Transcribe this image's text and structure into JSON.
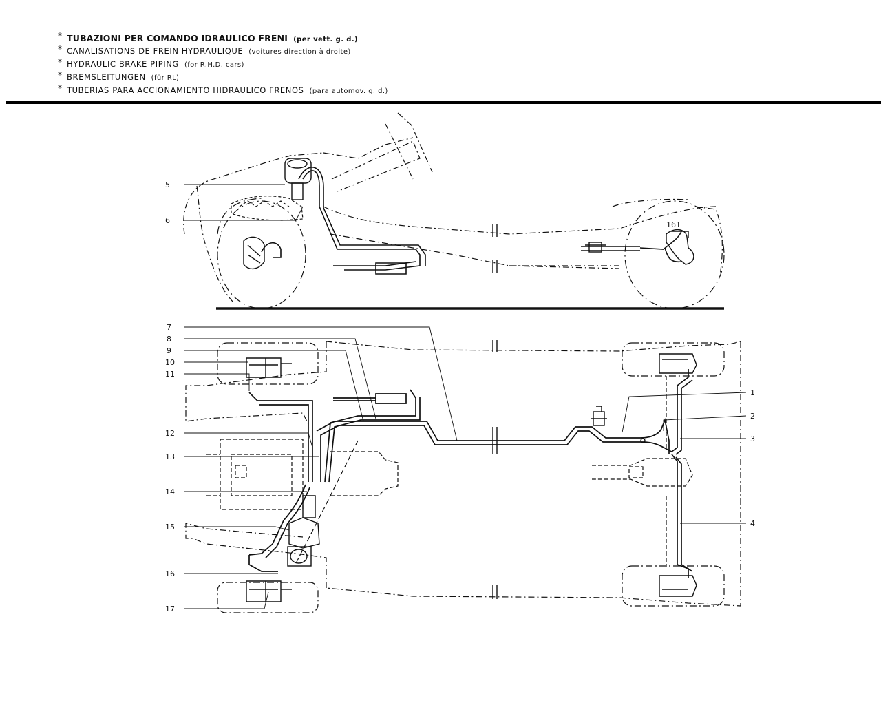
{
  "header": {
    "lines": [
      {
        "bullet": "*",
        "text": "TUBAZIONI PER COMANDO IDRAULICO FRENI",
        "paren": "(per vett. g. d.)"
      },
      {
        "bullet": "*",
        "text": "CANALISATIONS DE FREIN  HYDRAULIQUE",
        "paren": "(voitures direction à droite)"
      },
      {
        "bullet": "*",
        "text": "HYDRAULIC BRAKE PIPING",
        "paren": "(for R.H.D. cars)"
      },
      {
        "bullet": "*",
        "text": "BREMSLEITUNGEN",
        "paren": "(für RL)"
      },
      {
        "bullet": "*",
        "text": "TUBERIAS PARA ACCIONAMIENTO HIDRAULICO FRENOS",
        "paren": "(para automov. g. d.)"
      }
    ]
  },
  "side_view": {
    "callouts": [
      "5",
      "6"
    ],
    "part_mark": "161"
  },
  "plan_view": {
    "left_callouts": [
      "7",
      "8",
      "9",
      "10",
      "11",
      "12",
      "13",
      "14",
      "15",
      "16",
      "17"
    ],
    "right_callouts": [
      "1",
      "2",
      "3",
      "4"
    ]
  },
  "colors": {
    "ink": "#111111",
    "background": "#ffffff"
  }
}
